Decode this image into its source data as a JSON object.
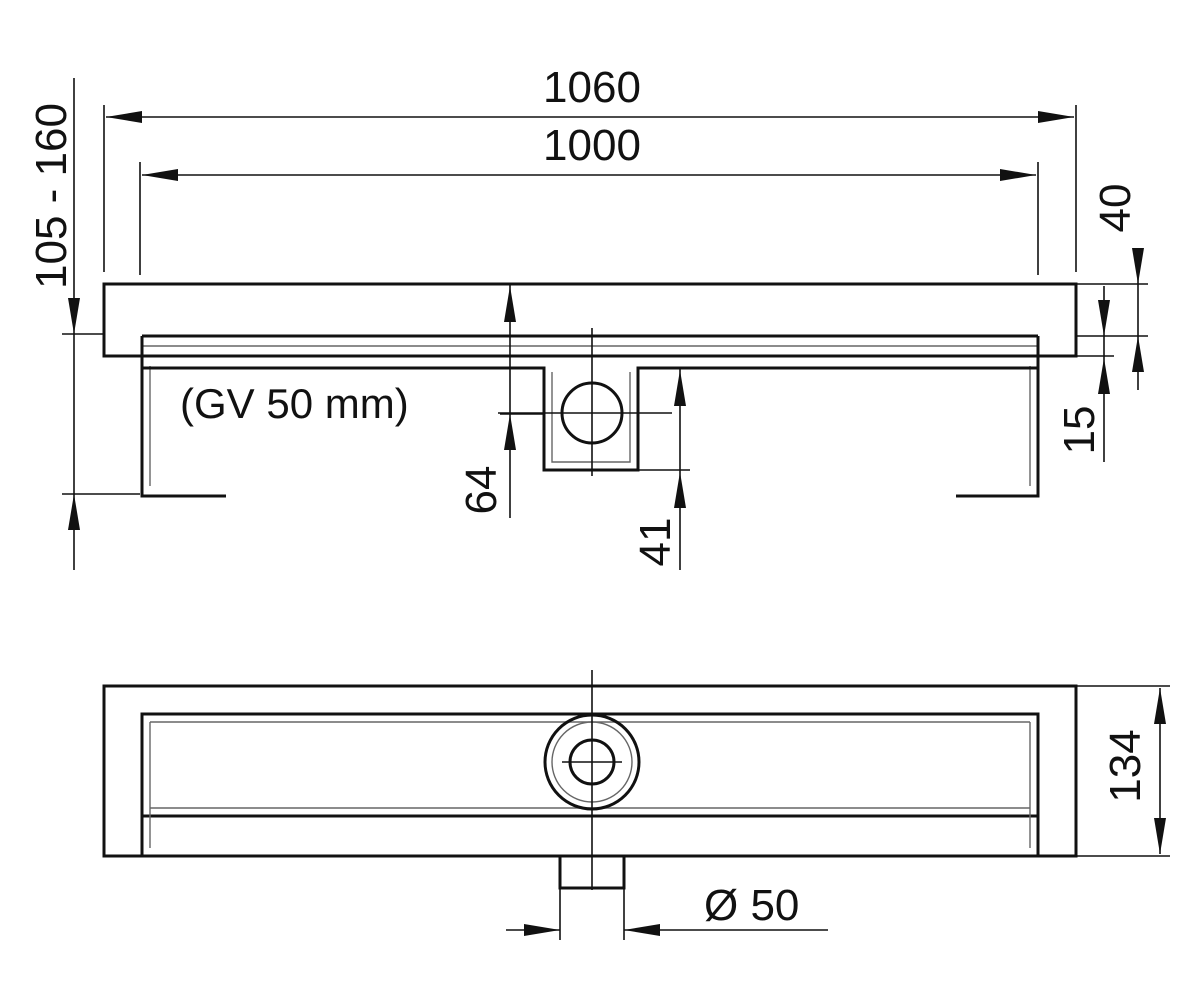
{
  "colors": {
    "line": "#111111",
    "secondary_line": "#666666",
    "background": "#ffffff"
  },
  "side_view": {
    "dim_overall_length": "1060",
    "dim_inner_length": "1000",
    "dim_height_range": "105 - 160",
    "dim_top_flange": "40",
    "dim_step": "15",
    "dim_outlet_depth": "64",
    "dim_outlet_height": "41",
    "outlet_label": "(GV 50 mm)"
  },
  "top_view": {
    "dim_width": "134",
    "dim_outlet_diameter": "Ø 50"
  }
}
